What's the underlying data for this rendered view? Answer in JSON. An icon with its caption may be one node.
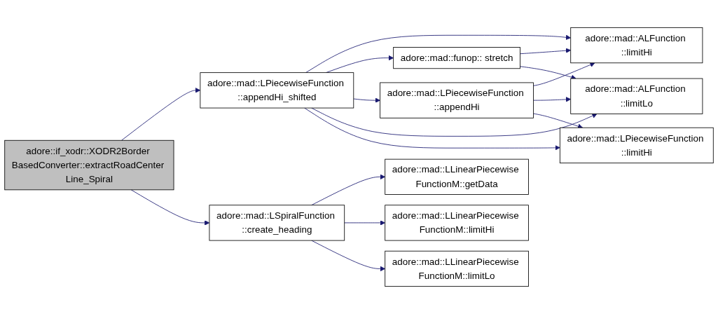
{
  "diagram": {
    "nodes": [
      {
        "text": [
          "adore::if_xodr::XODR2Border BasedConverter::extractRoadCenter Line_Spiral"
        ]
      },
      {
        "text": [
          "adore::mad::LPiecewiseFunction ::appendHi_shifted"
        ]
      },
      {
        "text": [
          "adore::mad::funop:: stretch"
        ]
      },
      {
        "text": [
          "adore::mad::ALFunction ::limitHi"
        ]
      },
      {
        "text": [
          "adore::mad::LPiecewiseFunction ::appendHi"
        ]
      },
      {
        "text": [
          "adore::mad::ALFunction ::limitLo"
        ]
      },
      {
        "text": [
          "adore::mad::LPiecewiseFunction ::limitHi"
        ]
      },
      {
        "text": [
          "adore::mad::LSpiralFunction ::create_heading"
        ]
      },
      {
        "text": [
          "adore::mad::LLinearPiecewise FunctionM::getData"
        ]
      },
      {
        "text": [
          "adore::mad::LLinearPiecewise FunctionM::limitHi"
        ]
      },
      {
        "text": [
          "adore::mad::LLinearPiecewise FunctionM::limitLo"
        ]
      }
    ],
    "edges": [
      {
        "from": 0,
        "to": 1,
        "arrow": "to"
      },
      {
        "from": 0,
        "to": 7,
        "arrow": "to"
      },
      {
        "from": 1,
        "to": 3,
        "arrow": "to"
      },
      {
        "from": 1,
        "to": 2,
        "arrow": "to"
      },
      {
        "from": 1,
        "to": 4,
        "arrow": "to"
      },
      {
        "from": 1,
        "to": 5,
        "arrow": "to"
      },
      {
        "from": 1,
        "to": 6,
        "arrow": "to"
      },
      {
        "from": 2,
        "to": 3,
        "arrow": "to"
      },
      {
        "from": 2,
        "to": 5,
        "arrow": "to"
      },
      {
        "from": 4,
        "to": 3,
        "arrow": "to"
      },
      {
        "from": 4,
        "to": 5,
        "arrow": "to"
      },
      {
        "from": 4,
        "to": 6,
        "arrow": "to"
      },
      {
        "from": 7,
        "to": 8,
        "arrow": "to"
      },
      {
        "from": 7,
        "to": 9,
        "arrow": "to"
      },
      {
        "from": 7,
        "to": 10,
        "arrow": "to"
      }
    ]
  }
}
